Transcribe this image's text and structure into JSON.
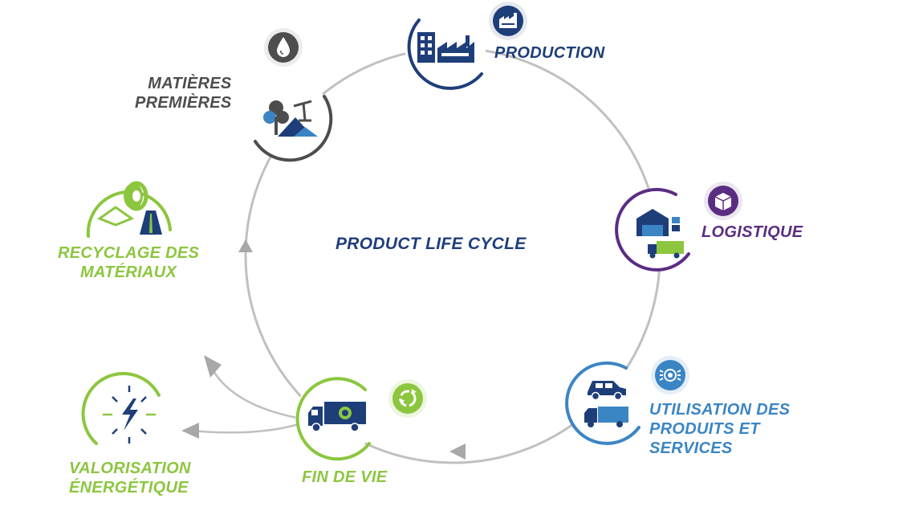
{
  "diagram": {
    "title": "PRODUCT LIFE CYCLE",
    "stages": {
      "production": {
        "label": "PRODUCTION",
        "icon": "factory-icon",
        "badge_icon": "factory-badge-icon",
        "color": "#1e3e7a"
      },
      "logistique": {
        "label": "LOGISTIQUE",
        "icon": "warehouse-truck-icon",
        "badge_icon": "package-badge-icon",
        "color": "#5a2d82"
      },
      "utilisation": {
        "lines": [
          "UTILISATION DES",
          "PRODUITS ET",
          "SERVICES"
        ],
        "icon": "car-truck-icon",
        "badge_icon": "headlight-badge-icon",
        "color": "#3c85c4"
      },
      "fin_de_vie": {
        "label": "FIN DE VIE",
        "icon": "recycling-truck-icon",
        "badge_icon": "recycle-badge-icon",
        "color": "#8cc63f"
      },
      "valorisation": {
        "lines": [
          "VALORISATION",
          "ÉNERGÉTIQUE"
        ],
        "icon": "energy-bolt-icon",
        "color": "#8cc63f"
      },
      "recyclage": {
        "lines": [
          "RECYCLAGE DES",
          "MATÉRIAUX"
        ],
        "icon": "tire-road-icon",
        "color": "#8cc63f"
      },
      "matieres": {
        "lines": [
          "MATIÈRES",
          "PREMIÈRES"
        ],
        "icon": "raw-materials-icon",
        "badge_icon": "oil-drop-badge-icon",
        "color": "#4d4d4d"
      }
    },
    "colors": {
      "cycle_line": "#c0c0c0",
      "arrow": "#a8a8a8",
      "title": "#1e3e7a"
    }
  }
}
